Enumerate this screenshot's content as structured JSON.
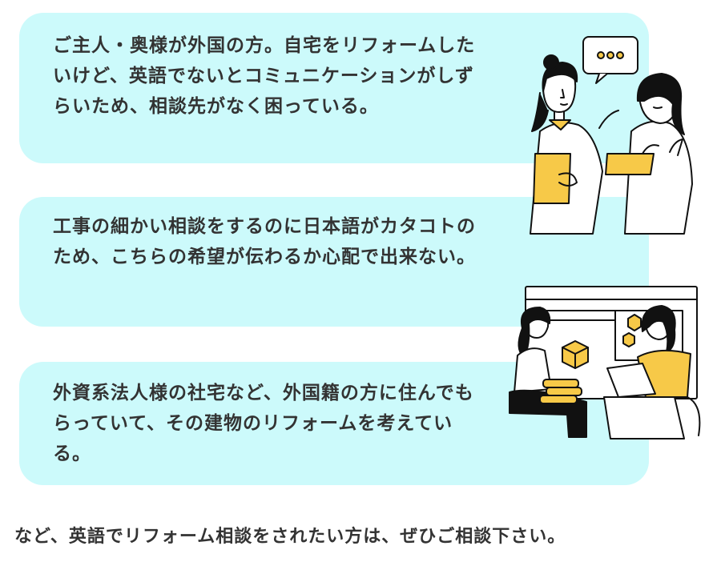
{
  "concerns": [
    {
      "text": "ご主人・奥様が外国の方。自宅をリフォームしたいけど、英語でないとコミュニケーションがしずらいため、相談先がなく困っている。"
    },
    {
      "text": "工事の細かい相談をするのに日本語がカタコトのため、こちらの希望が伝わるか心配で出来ない。"
    },
    {
      "text": "外資系法人様の社宅など、外国籍の方に住んでもらっていて、その建物のリフォームを考えている。"
    }
  ],
  "footer_text": "など、英語でリフォーム相談をされたい方は、ぜひご相談下さい。",
  "colors": {
    "bubble_background": "#ccfafb",
    "accent_yellow": "#f7c948",
    "text": "#333333"
  }
}
